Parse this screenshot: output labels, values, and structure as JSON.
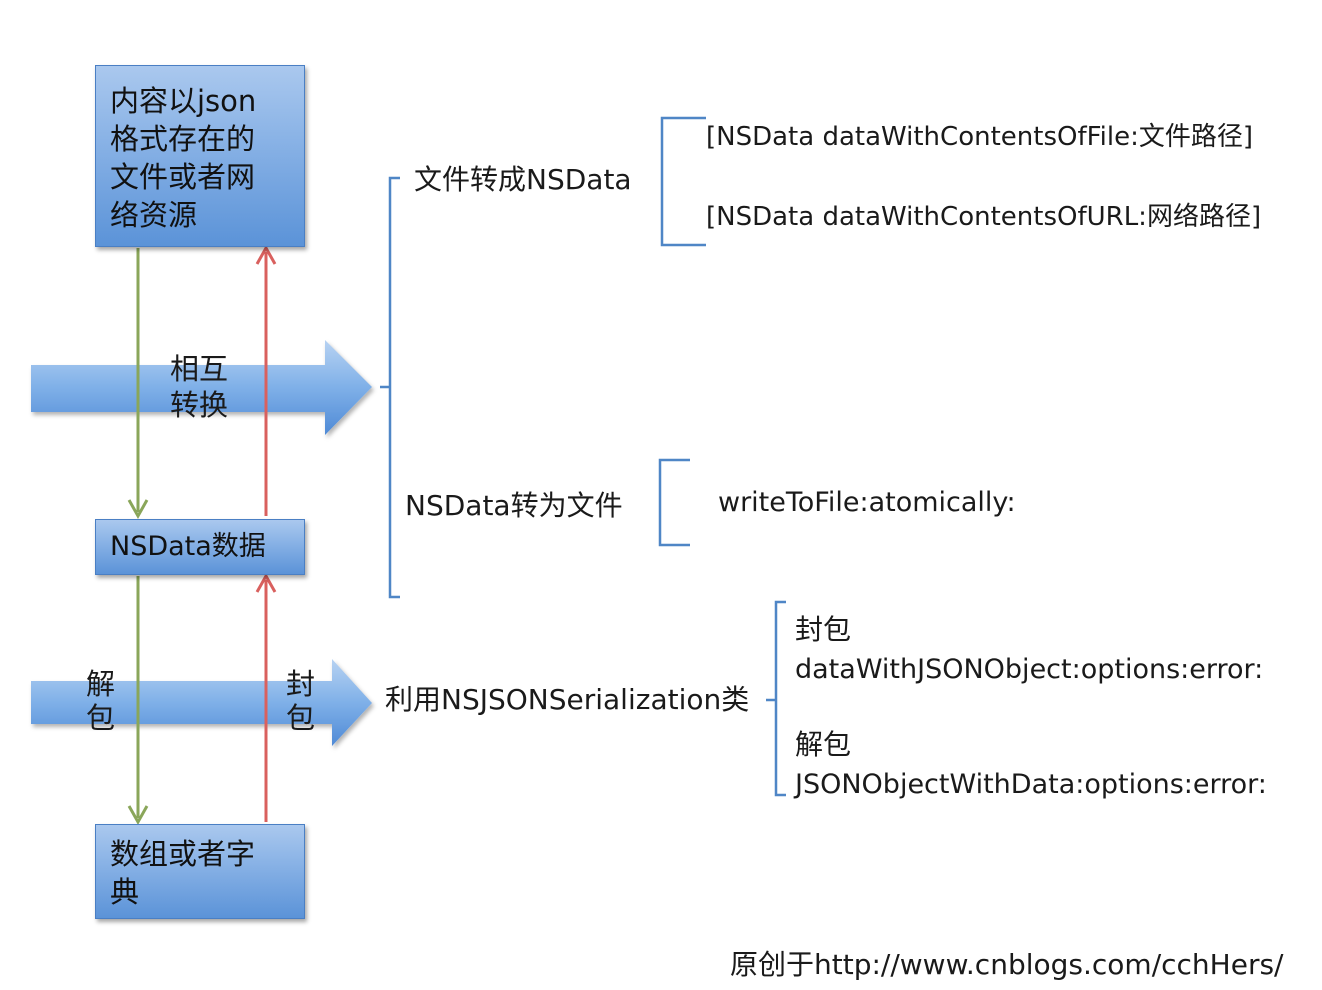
{
  "boxes": {
    "source": [
      "内容以json",
      "格式存在的",
      "文件或者网",
      "络资源"
    ],
    "nsdata": "NSData数据",
    "collection": [
      "数组或者字",
      "典"
    ]
  },
  "arrows": {
    "convert": [
      "相互",
      "转换"
    ],
    "unpack": [
      "解",
      "包"
    ],
    "pack": [
      "封",
      "包"
    ]
  },
  "convert_branch": {
    "to_nsdata": {
      "label": "文件转成NSData",
      "methods": [
        "[NSData dataWithContentsOfFile:文件路径]",
        "[NSData dataWithContentsOfURL:网络路径]"
      ]
    },
    "to_file": {
      "label": "NSData转为文件",
      "method": "writeToFile:atomically:"
    }
  },
  "serialization_branch": {
    "label": "利用NSJSONSerialization类",
    "pack": {
      "label": "封包",
      "method": "dataWithJSONObject:options:error:"
    },
    "unpack": {
      "label": "解包",
      "method": "JSONObjectWithData:options:error:"
    }
  },
  "footer": "原创于http://www.cnblogs.com/cchHers/",
  "colors": {
    "box_fill": "#8ab3e6",
    "box_border": "#4a7fc4",
    "arrow_fill": "#7fb0e8",
    "down_arrow": "#8aa65a",
    "up_arrow": "#d9605e",
    "bracket": "#4f86c6"
  }
}
